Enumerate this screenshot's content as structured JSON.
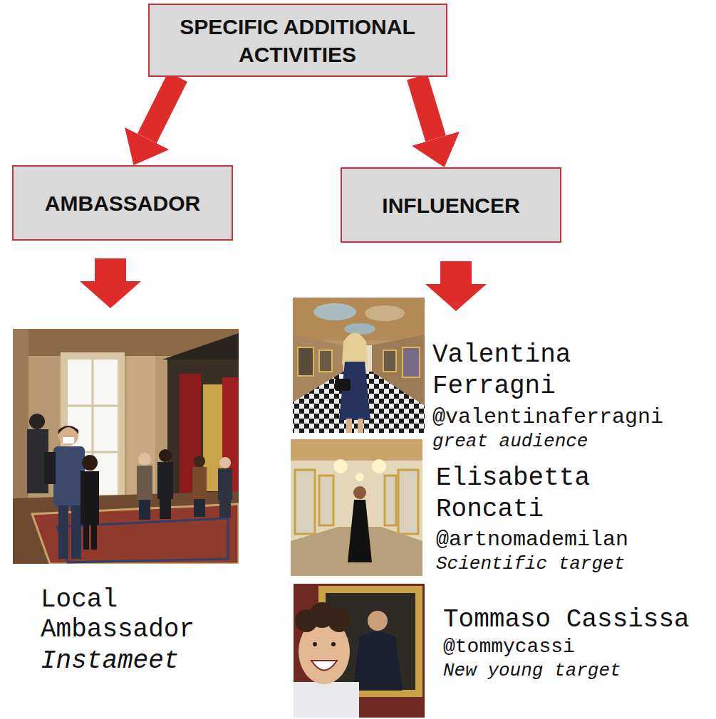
{
  "diagram": {
    "nodes": [
      {
        "text": [
          "SPECIFIC ADDITIONAL ACTIVITIES"
        ]
      },
      {
        "text": [
          "AMBASSADOR"
        ]
      },
      {
        "text": [
          "INFLUENCER"
        ]
      }
    ],
    "edges": [
      {
        "from": 0,
        "to": 1,
        "arrow": "to"
      },
      {
        "from": 0,
        "to": 2,
        "arrow": "to"
      }
    ],
    "labels": [
      "Local Ambassador",
      "Instameet",
      "Valentina Ferragni",
      "@valentinaferragni",
      "great audience",
      "Elisabetta Roncati",
      "@artnomademilan",
      "Scientific target",
      "Tommaso Cassissa",
      "@tommycassi",
      "New young target"
    ]
  }
}
